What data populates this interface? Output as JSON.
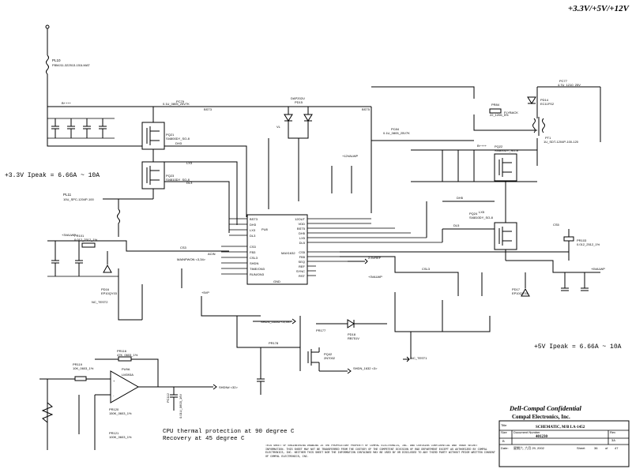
{
  "header": {
    "rails": "+3.3V/+5V/+12V"
  },
  "notes": {
    "ipeak_3v3": "+3.3V Ipeak = 6.66A ~ 10A",
    "ipeak_5v": "+5V Ipeak = 6.66A ~ 10A",
    "thermal_1": "CPU thermal protection at 90 degree C",
    "thermal_2": "Recovery at 45 degree C"
  },
  "controller": {
    "ref": "PU8",
    "part": "MAX1632",
    "left_pins": [
      "BST3",
      "DH3",
      "LX3",
      "DL3",
      "",
      "CS3",
      "FB3",
      "CSL3",
      "SHDN",
      "TIME/ON3",
      "RUN/ON3",
      "GND"
    ],
    "right_pins": [
      "12OUT",
      "VDD",
      "BST5",
      "DH5",
      "LX5",
      "DL5",
      "",
      "CS5",
      "FB5",
      "SEQ",
      "REF",
      "SYNC",
      "RST"
    ]
  },
  "components": {
    "pl10": "PL10",
    "pl10_val": "FBMJ11-322513-151LMAT",
    "pc79": "PC79",
    "pc79_val": "0.1U_0805_25V7K",
    "pd15": "DAP202U",
    "pd15_ref": "PD15",
    "pq21": "PQ21",
    "pq21_part": "SI4800DY_SO-8",
    "pq23": "PQ23",
    "pq23_part": "SI4810DY_SO-8",
    "pq22": "PQ22",
    "pq22_part": "SI4800DY_SO-8",
    "pq24": "PQ24",
    "pq24_part": "SI4810DY_SO-8",
    "pl11": "PL11",
    "pl11_val": "10U_SPC-1204P-100",
    "pt1": "PT1",
    "pt1_val": "1U_SDT-1204P-100-120",
    "pc84": "PC84",
    "pc84_val": "0.1U_0805_25V7K",
    "pc77": "PC77",
    "pc77_val": "4.7U_1210_25V",
    "pd14": "PD14",
    "pd14_val": "EC11FS2",
    "pr84": "PR84",
    "pr84_val": "22_1206_5%",
    "flyback": "FLYBACK",
    "pr101": "PR101",
    "pr101_val": "0.012_2512_1%",
    "pr103": "PR103",
    "pr103_val": "0.012_2512_1%",
    "pd16": "PD16",
    "pd16_val": "EP10QY03",
    "pd17": "PD17",
    "pd17_val": "EP10QY03",
    "pd18": "PD18",
    "pd18_val": "RB751V",
    "pq42": "PQ42",
    "pq42_val": "2N7002",
    "pu9a": "PU9A",
    "pu9a_val": "LM393A",
    "pr116": "PR116",
    "pr116_val": "47K_0603_1%",
    "pr119": "PR119",
    "pr119_val": "10K_0603_1%",
    "pr120": "PR120",
    "pr120_val": "150K_0603_1%",
    "pr121": "PR121",
    "pr121_val": "100K_0603_1%",
    "pr178": "PR178",
    "pr177": "PR177",
    "pc112": "PC112",
    "pc112_val": "0.01U_0603_16V"
  },
  "nets": {
    "bst3": "BST3",
    "bst5": "BST5",
    "dh3": "DH3",
    "lx3": "LX3",
    "dl3": "DL3",
    "dh5": "DH5",
    "lx5": "LX5",
    "dl5": "DL5",
    "cs3": "CS3",
    "cs5": "CS5",
    "csl3": "CSL3",
    "b_plus": "B++++",
    "vl": "VL",
    "v12alwp": "+12VALWP",
    "v3alwp": "+3VALWP",
    "v5alwp": "+5VALWP",
    "v25ref": "2.5VREF",
    "acin": "ACIN",
    "shdn_3": "SHDN_1633# <3,39>",
    "shdn_2": "SHDN_1632 <3>",
    "shdn_4": "SHDN# <32>",
    "nc_test2": "NC_TEST2",
    "nc_test1": "NC_TEST1",
    "mainpwon": "MAINPWON <3,34>",
    "vplus": "+5VP"
  },
  "title_block": {
    "confidential": "Dell-Compal Confidential",
    "company": "Compal Electronics, Inc.",
    "title_label": "Title",
    "title": "SCHEMATIC, M/B LA-1452",
    "size_label": "Size",
    "doc_label": "Document Number",
    "doc_number": "401230",
    "rev_label": "Rev",
    "rev": "3A",
    "date_label": "Date:",
    "date": "星期六, 六月 29, 2002",
    "sheet_label": "Sheet",
    "sheet": "36",
    "of_label": "of",
    "sheets": "47",
    "size": "B",
    "disclaimer": "THIS SHEET OF ENGINEERING DRAWING IS THE PROPRIETARY PROPERTY OF COMPAL ELECTRONICS, INC. AND CONTAINS CONFIDENTIAL AND TRADE SECRET INFORMATION. THIS SHEET MAY NOT BE TRANSFERRED FROM THE CUSTODY OF THE COMPETENT DIVISION OF R&D DEPARTMENT EXCEPT AS AUTHORIZED BY COMPAL ELECTRONICS, INC. NEITHER THIS SHEET NOR THE INFORMATION CONTAINED MAY BE USED BY OR DISCLOSED TO ANY THIRD PARTY WITHOUT PRIOR WRITTEN CONSENT OF COMPAL ELECTRONICS, INC."
  }
}
